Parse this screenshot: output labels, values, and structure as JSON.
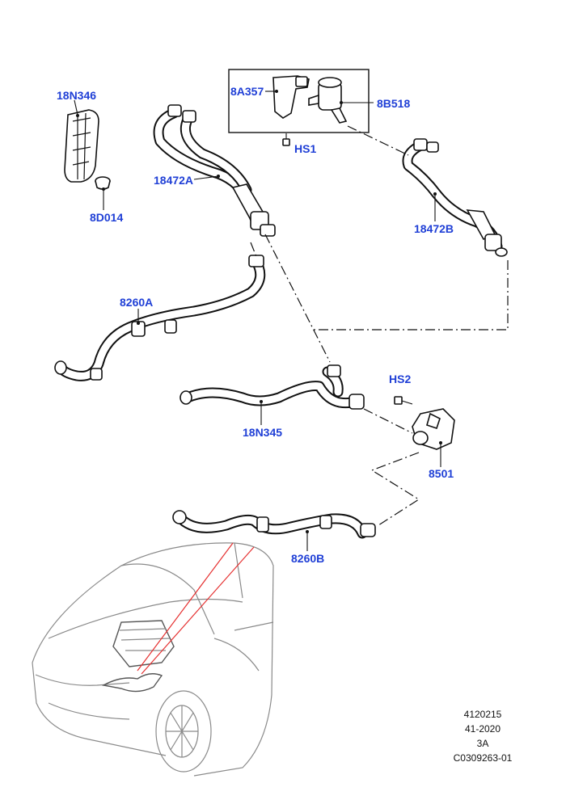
{
  "callouts": {
    "c_18N346": "18N346",
    "c_8D014": "8D014",
    "c_18472A": "18472A",
    "c_8A357": "8A357",
    "c_8B518": "8B518",
    "c_HS1": "HS1",
    "c_18472B": "18472B",
    "c_8260A": "8260A",
    "c_HS2": "HS2",
    "c_18N345": "18N345",
    "c_8501": "8501",
    "c_8260B": "8260B"
  },
  "info": {
    "line1": "4120215",
    "line2": "41-2020",
    "line3": "3A",
    "line4": "C0309263-01"
  },
  "colors": {
    "callout": "#1f3fd6",
    "highlight_line": "#e53030"
  }
}
